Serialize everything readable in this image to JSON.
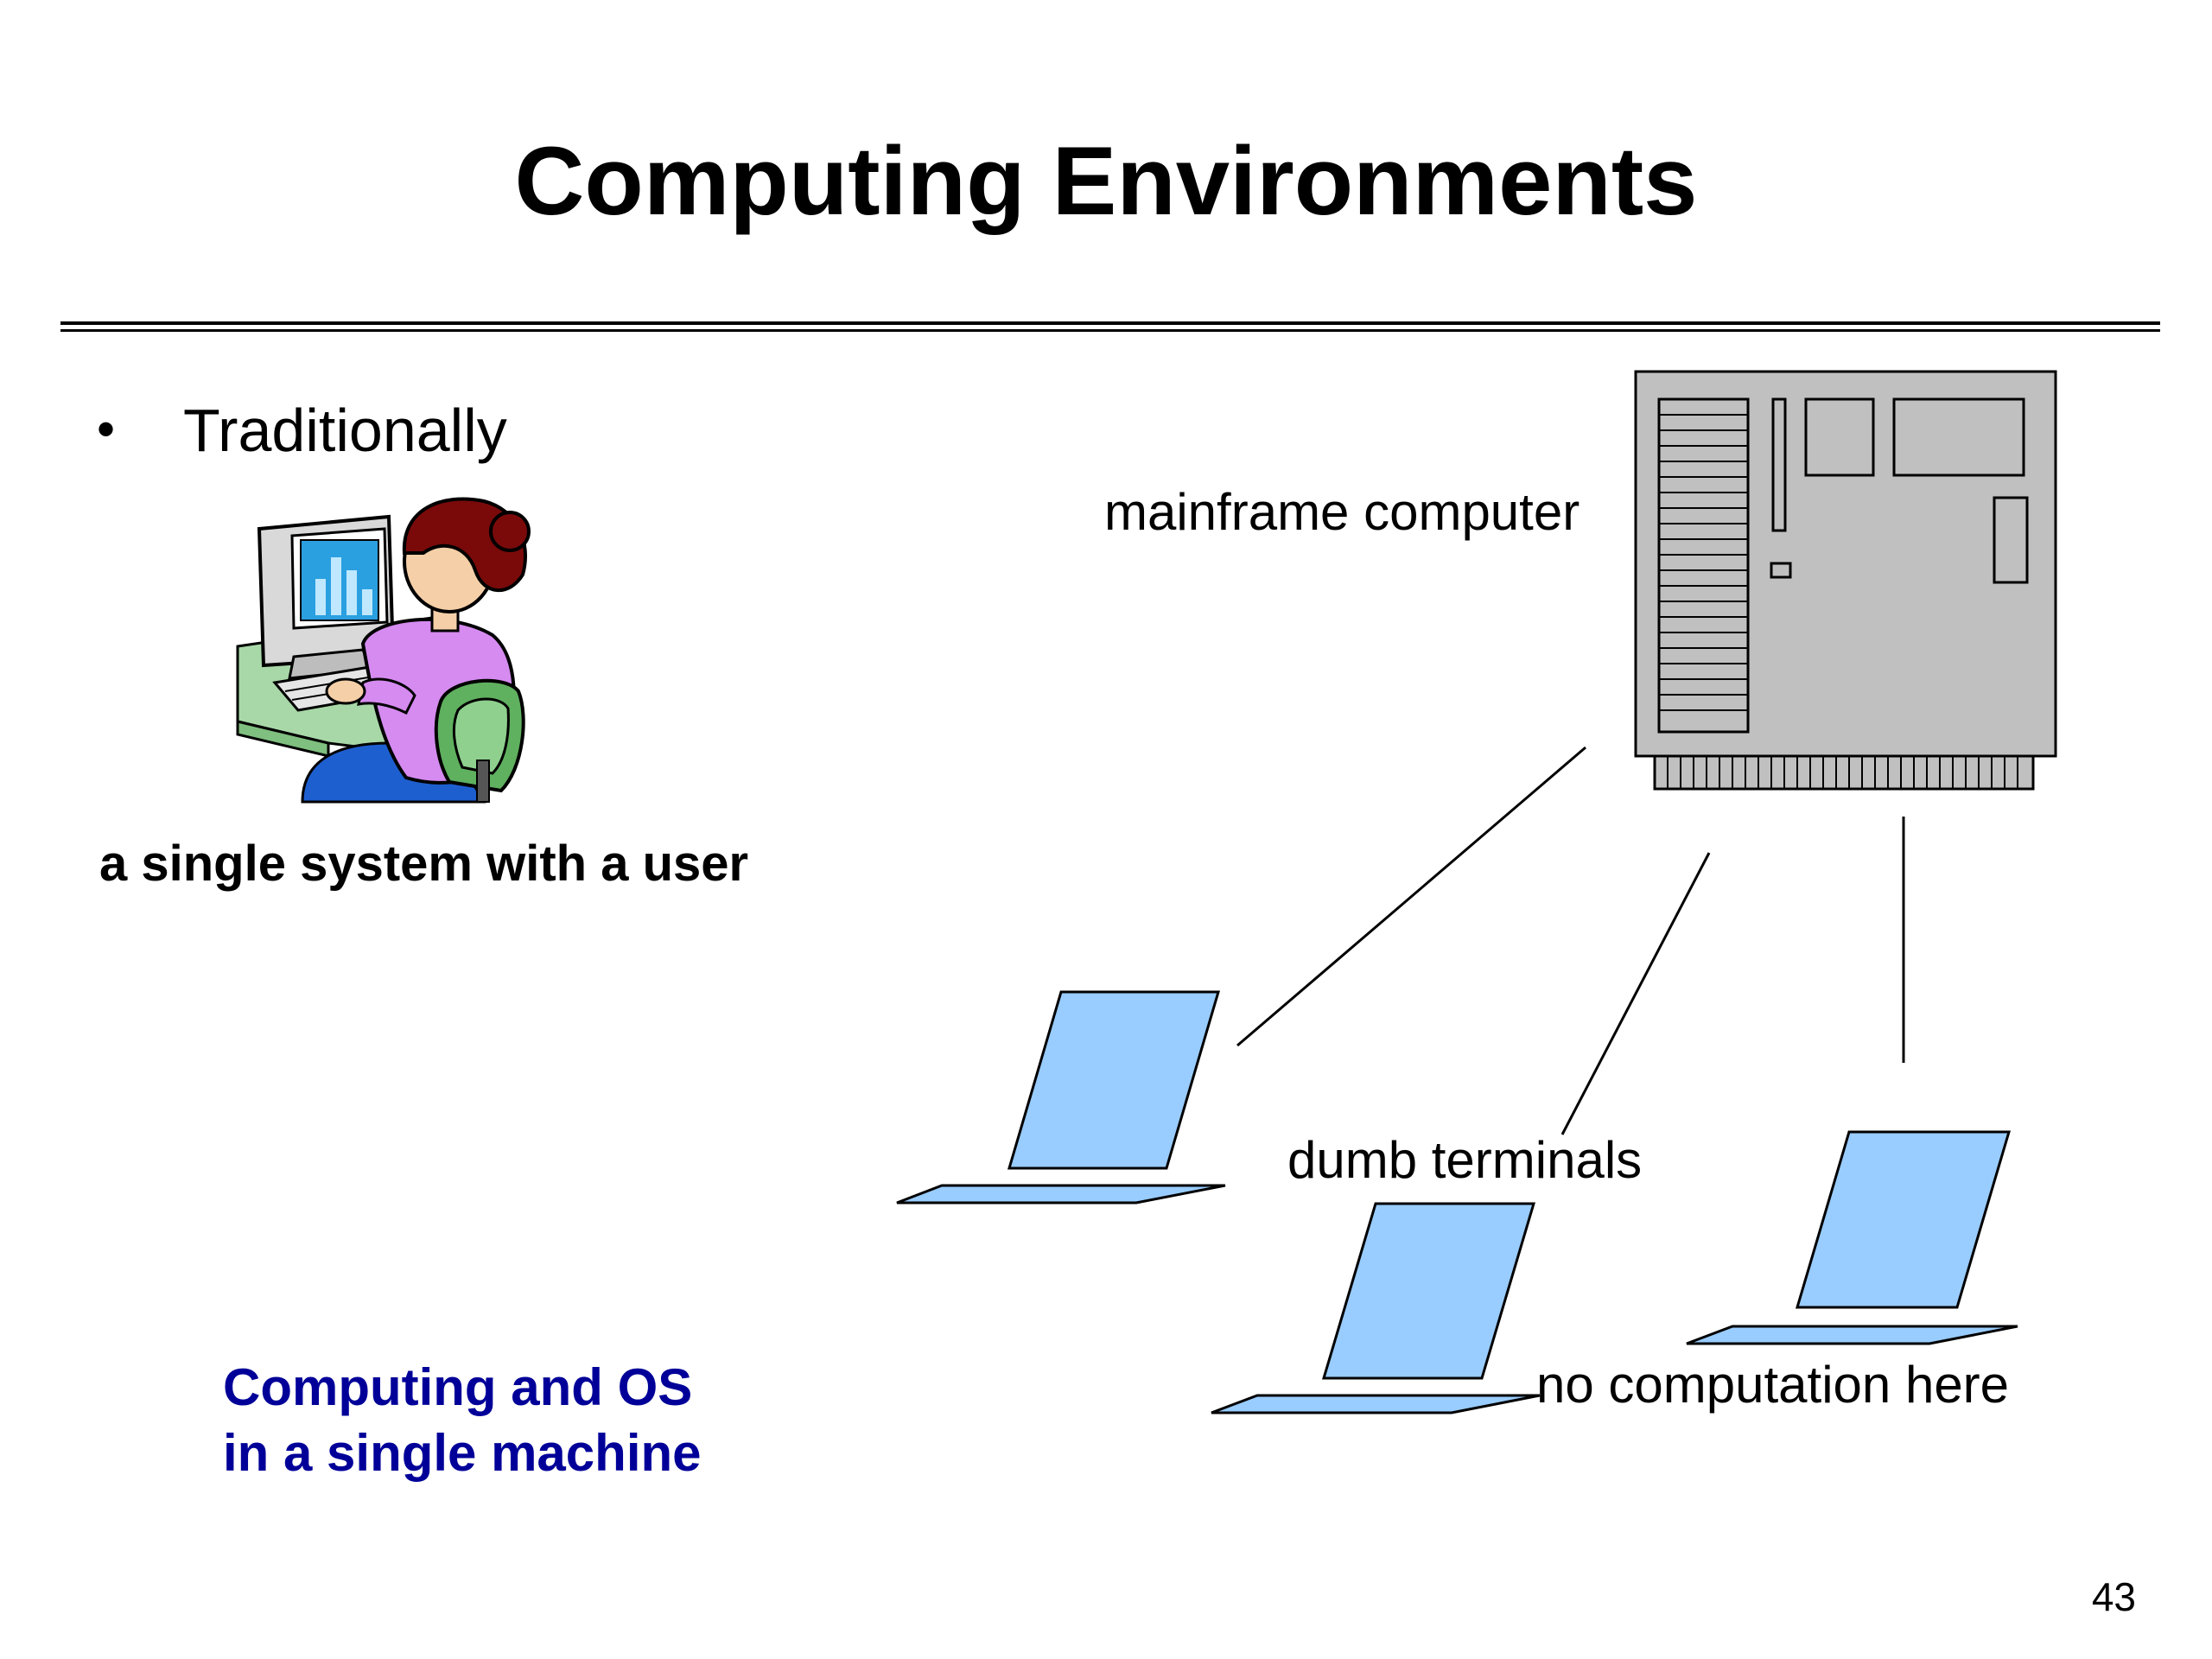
{
  "slide": {
    "title": "Computing Environments",
    "bullet": {
      "mark": "•",
      "text": "Traditionally"
    },
    "user_caption": "a single system with a user",
    "note": {
      "line1": "Computing and OS",
      "line2": "in a single machine",
      "color": "#000099"
    },
    "page_number": "43"
  },
  "diagram": {
    "mainframe_label": "mainframe computer",
    "terminals_label": "dumb terminals",
    "no_computation_label": "no computation here",
    "colors": {
      "mainframe_fill": "#c0c0c0",
      "terminal_fill": "#99ccff",
      "outline": "#000000"
    }
  }
}
